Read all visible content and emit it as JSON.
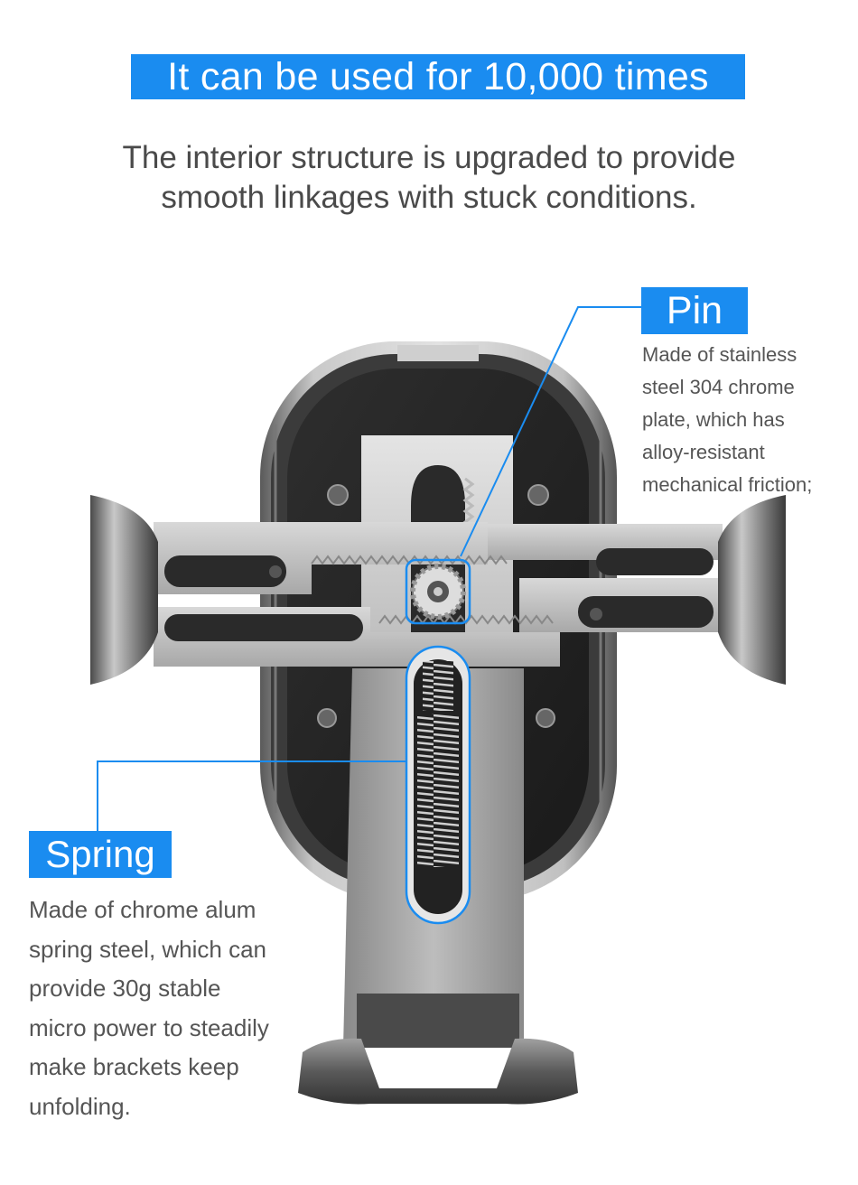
{
  "headline": "It can be used for 10,000 times",
  "subheadline": {
    "line1": "The interior structure is upgraded to provide",
    "line2": "smooth linkages with stuck conditions."
  },
  "pin": {
    "label": "Pin",
    "description": [
      "Made of stainless",
      "steel 304 chrome",
      "plate, which has",
      "alloy-resistant",
      "mechanical friction;"
    ]
  },
  "spring": {
    "label": "Spring",
    "description": [
      "Made of chrome alum",
      "spring steel, which can",
      "provide 30g stable",
      "micro power to steadily",
      "make brackets keep",
      "unfolding."
    ]
  },
  "colors": {
    "accent": "#1a8cf0",
    "text": "#4a4a4a"
  }
}
